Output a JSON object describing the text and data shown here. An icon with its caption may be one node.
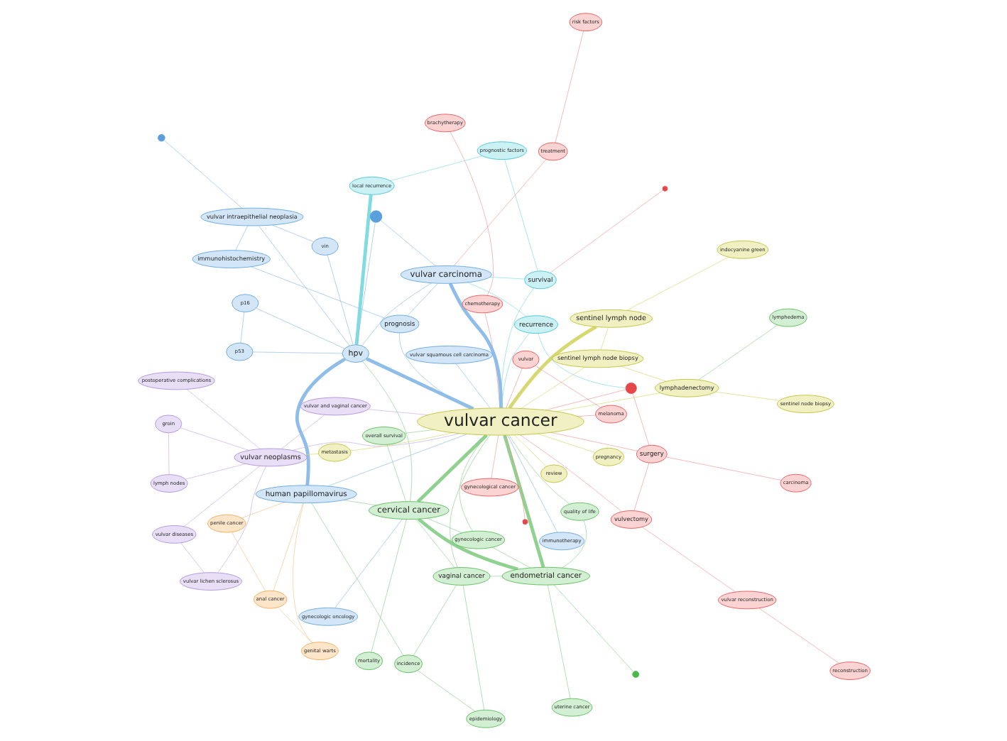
{
  "diagram": {
    "nodes": [
      {
        "text": [
          "anal cancer"
        ]
      },
      {
        "text": [
          "genital warts"
        ]
      },
      {
        "text": [
          "vaginal cancer"
        ]
      },
      {
        "text": [
          "overall survival"
        ]
      },
      {
        "text": [
          "epidemiology"
        ]
      },
      {
        "text": [
          "penile cancer"
        ]
      },
      {
        "text": [
          "mortality"
        ]
      },
      {
        "text": [
          "incidence"
        ]
      },
      {
        "text": [
          "cervical cancer"
        ]
      },
      {
        "text": [
          "immunotherapy"
        ]
      },
      {
        "text": [
          "human papillomavirus"
        ]
      },
      {
        "text": [
          "gynecologic cancer"
        ]
      },
      {
        "text": [
          "reconstruction"
        ]
      },
      {
        "text": [
          "prognostic factors"
        ]
      },
      {
        "text": [
          "local recurrence"
        ]
      },
      {
        "text": [
          "hpv"
        ]
      },
      {
        "text": [
          "endometrial cancer"
        ]
      },
      {
        "text": [
          "p16"
        ]
      },
      {
        "text": [
          "gynecologic oncology"
        ]
      },
      {
        "text": [
          "brachytherapy"
        ]
      },
      {
        "text": [
          "uterine cancer"
        ]
      },
      {
        "text": [
          "p53"
        ]
      },
      {
        "text": [
          "chemotherapy"
        ]
      },
      {
        "text": [
          "survival"
        ]
      },
      {
        "text": [
          "vin"
        ]
      },
      {
        "text": [
          "risk factors"
        ]
      },
      {
        "text": [
          "quality of life"
        ]
      },
      {
        "text": [
          "gynecological cancer"
        ]
      },
      {
        "text": [
          "review"
        ]
      },
      {
        "text": [
          "vulvar carcinoma"
        ]
      },
      {
        "text": [
          "treatment"
        ]
      },
      {
        "text": [
          "vulvar intraepithelial neoplasia"
        ]
      },
      {
        "text": [
          "vulvar cancer"
        ]
      },
      {
        "text": [
          "vulvar squamous cell carcinoma"
        ]
      },
      {
        "text": [
          "lymphedema"
        ]
      },
      {
        "text": [
          "pregnancy"
        ]
      },
      {
        "text": [
          "surgery"
        ]
      },
      {
        "text": [
          "recurrence"
        ]
      },
      {
        "text": [
          "prognosis"
        ]
      },
      {
        "text": [
          "immunohistochemistry"
        ]
      },
      {
        "text": [
          "indocyanine green"
        ]
      },
      {
        "text": [
          "sentinel lymph node"
        ]
      },
      {
        "text": [
          "vulvar"
        ]
      },
      {
        "text": [
          "melanoma"
        ]
      },
      {
        "text": [
          "carcinoma"
        ]
      },
      {
        "text": [
          "vulvar reconstruction"
        ]
      },
      {
        "text": [
          "vulvectomy"
        ]
      },
      {
        "text": [
          "vulvar lichen sclerosus"
        ]
      },
      {
        "text": [
          "vulvar neoplasms"
        ]
      },
      {
        "text": [
          "metastasis"
        ]
      },
      {
        "text": [
          "vulvar diseases"
        ]
      },
      {
        "text": [
          "sentinel node biopsy"
        ]
      },
      {
        "text": [
          "lymphadenectomy"
        ]
      },
      {
        "text": [
          "vulvar and vaginal cancer"
        ]
      },
      {
        "text": [
          "postoperative complications"
        ]
      },
      {
        "text": [
          "sentinel lymph node biopsy"
        ]
      },
      {
        "text": [
          "lymph nodes"
        ]
      },
      {
        "text": [
          "groin"
        ]
      },
      {
        "text": [],
        "shape": "circle"
      },
      {
        "text": [],
        "shape": "circle"
      },
      {
        "text": [],
        "shape": "circle"
      },
      {
        "text": [],
        "shape": "circle"
      },
      {
        "text": [],
        "shape": "circle"
      },
      {
        "text": [],
        "shape": "circle"
      }
    ],
    "edges": [
      {
        "from": 32,
        "to": 8,
        "arrow": "none",
        "style": "thick",
        "color": "#8fd18f"
      },
      {
        "from": 32,
        "to": 16,
        "arrow": "none",
        "style": "thick",
        "color": "#8fd18f"
      },
      {
        "from": 32,
        "to": 2,
        "arrow": "none",
        "color": "#8fd18f"
      },
      {
        "from": 32,
        "to": 29,
        "arrow": "none",
        "style": "thick",
        "color": "#8dbde8"
      },
      {
        "from": 32,
        "to": 15,
        "arrow": "none",
        "style": "thick",
        "color": "#8dbde8"
      },
      {
        "from": 32,
        "to": 10,
        "arrow": "none",
        "color": "#8dbde8"
      },
      {
        "from": 32,
        "to": 41,
        "arrow": "none",
        "style": "thick",
        "color": "#d8d870"
      },
      {
        "from": 32,
        "to": 36,
        "arrow": "none",
        "color": "#f09a9a"
      },
      {
        "from": 32,
        "to": 23,
        "arrow": "none",
        "color": "#80dbe3"
      },
      {
        "from": 32,
        "to": 38,
        "arrow": "none",
        "color": "#8dbde8"
      },
      {
        "from": 32,
        "to": 37,
        "arrow": "none",
        "color": "#80dbe3"
      },
      {
        "from": 32,
        "to": 48,
        "arrow": "none",
        "color": "#c4aee8"
      },
      {
        "from": 32,
        "to": 55,
        "arrow": "none",
        "color": "#d8d870"
      },
      {
        "from": 32,
        "to": 52,
        "arrow": "none",
        "color": "#d8d870"
      },
      {
        "from": 32,
        "to": 46,
        "arrow": "none",
        "color": "#f09a9a"
      },
      {
        "from": 32,
        "to": 33,
        "arrow": "none",
        "color": "#8dbde8"
      },
      {
        "from": 32,
        "to": 26,
        "arrow": "none",
        "color": "#8fd18f"
      },
      {
        "from": 32,
        "to": 11,
        "arrow": "none",
        "color": "#8fd18f"
      },
      {
        "from": 32,
        "to": 22,
        "arrow": "none",
        "color": "#f09a9a"
      },
      {
        "from": 32,
        "to": 28,
        "arrow": "none",
        "color": "#d8d870"
      },
      {
        "from": 32,
        "to": 35,
        "arrow": "none",
        "color": "#d8d870"
      },
      {
        "from": 32,
        "to": 63,
        "arrow": "none",
        "color": "#f09a9a"
      },
      {
        "from": 32,
        "to": 62,
        "arrow": "none",
        "color": "#f09a9a"
      },
      {
        "from": 32,
        "to": 42,
        "arrow": "none",
        "color": "#f09a9a"
      },
      {
        "from": 32,
        "to": 43,
        "arrow": "none",
        "color": "#f09a9a"
      },
      {
        "from": 32,
        "to": 53,
        "arrow": "none",
        "color": "#c4aee8"
      },
      {
        "from": 32,
        "to": 49,
        "arrow": "none",
        "color": "#d8d870"
      },
      {
        "from": 32,
        "to": 3,
        "arrow": "none",
        "color": "#8fd18f"
      },
      {
        "from": 8,
        "to": 16,
        "arrow": "none",
        "style": "thick",
        "color": "#8fd18f"
      },
      {
        "from": 8,
        "to": 2,
        "arrow": "none",
        "color": "#8fd18f"
      },
      {
        "from": 8,
        "to": 11,
        "arrow": "none",
        "color": "#8fd18f"
      },
      {
        "from": 8,
        "to": 10,
        "arrow": "none",
        "color": "#8fd18f"
      },
      {
        "from": 8,
        "to": 15,
        "arrow": "none",
        "color": "#8fd18f"
      },
      {
        "from": 8,
        "to": 3,
        "arrow": "none",
        "color": "#8fd18f"
      },
      {
        "from": 8,
        "to": 6,
        "arrow": "none",
        "color": "#8fd18f"
      },
      {
        "from": 16,
        "to": 11,
        "arrow": "none",
        "color": "#8fd18f"
      },
      {
        "from": 16,
        "to": 26,
        "arrow": "none",
        "color": "#8fd18f"
      },
      {
        "from": 16,
        "to": 2,
        "arrow": "none",
        "color": "#8fd18f"
      },
      {
        "from": 16,
        "to": 20,
        "arrow": "none",
        "color": "#8fd18f"
      },
      {
        "from": 16,
        "to": 58,
        "arrow": "none",
        "color": "#8fd18f"
      },
      {
        "from": 2,
        "to": 4,
        "arrow": "none",
        "color": "#8fd18f"
      },
      {
        "from": 2,
        "to": 7,
        "arrow": "none",
        "color": "#8fd18f"
      },
      {
        "from": 4,
        "to": 7,
        "arrow": "none",
        "color": "#8fd18f"
      },
      {
        "from": 10,
        "to": 15,
        "arrow": "none",
        "style": "thick",
        "color": "#8dbde8"
      },
      {
        "from": 10,
        "to": 0,
        "arrow": "none",
        "color": "#f5c487"
      },
      {
        "from": 10,
        "to": 5,
        "arrow": "none",
        "color": "#f5c487"
      },
      {
        "from": 10,
        "to": 1,
        "arrow": "none",
        "color": "#f5c487"
      },
      {
        "from": 0,
        "to": 1,
        "arrow": "none",
        "color": "#f5c487"
      },
      {
        "from": 0,
        "to": 5,
        "arrow": "none",
        "color": "#f5c487"
      },
      {
        "from": 15,
        "to": 17,
        "arrow": "none",
        "color": "#8dbde8"
      },
      {
        "from": 15,
        "to": 21,
        "arrow": "none",
        "color": "#8dbde8"
      },
      {
        "from": 15,
        "to": 24,
        "arrow": "none",
        "color": "#8dbde8"
      },
      {
        "from": 15,
        "to": 31,
        "arrow": "none",
        "color": "#8dbde8"
      },
      {
        "from": 15,
        "to": 29,
        "arrow": "none",
        "color": "#8dbde8"
      },
      {
        "from": 15,
        "to": 60,
        "arrow": "none",
        "color": "#8dbde8"
      },
      {
        "from": 14,
        "to": 15,
        "arrow": "none",
        "style": "thick",
        "color": "#80dbe3"
      },
      {
        "from": 31,
        "to": 24,
        "arrow": "none",
        "color": "#8dbde8"
      },
      {
        "from": 31,
        "to": 39,
        "arrow": "none",
        "color": "#8dbde8"
      },
      {
        "from": 31,
        "to": 61,
        "arrow": "none",
        "color": "#8dbde8"
      },
      {
        "from": 38,
        "to": 39,
        "arrow": "none",
        "color": "#8dbde8"
      },
      {
        "from": 38,
        "to": 29,
        "arrow": "none",
        "color": "#8dbde8"
      },
      {
        "from": 17,
        "to": 21,
        "arrow": "none",
        "color": "#8dbde8"
      },
      {
        "from": 29,
        "to": 60,
        "arrow": "none",
        "color": "#8dbde8"
      },
      {
        "from": 29,
        "to": 23,
        "arrow": "none",
        "color": "#80dbe3"
      },
      {
        "from": 29,
        "to": 37,
        "arrow": "none",
        "color": "#80dbe3"
      },
      {
        "from": 29,
        "to": 30,
        "arrow": "none",
        "color": "#f09a9a"
      },
      {
        "from": 23,
        "to": 13,
        "arrow": "none",
        "color": "#80dbe3"
      },
      {
        "from": 23,
        "to": 59,
        "arrow": "none",
        "color": "#f09a9a"
      },
      {
        "from": 48,
        "to": 49,
        "arrow": "none",
        "color": "#d8d870"
      },
      {
        "from": 48,
        "to": 56,
        "arrow": "none",
        "color": "#c4aee8"
      },
      {
        "from": 48,
        "to": 57,
        "arrow": "none",
        "color": "#c4aee8"
      },
      {
        "from": 48,
        "to": 50,
        "arrow": "none",
        "color": "#c4aee8"
      },
      {
        "from": 48,
        "to": 47,
        "arrow": "none",
        "color": "#c4aee8"
      },
      {
        "from": 47,
        "to": 50,
        "arrow": "none",
        "color": "#c4aee8"
      },
      {
        "from": 56,
        "to": 57,
        "arrow": "none",
        "color": "#c4aee8"
      },
      {
        "from": 48,
        "to": 53,
        "arrow": "none",
        "color": "#c4aee8"
      },
      {
        "from": 48,
        "to": 54,
        "arrow": "none",
        "color": "#c4aee8"
      },
      {
        "from": 41,
        "to": 40,
        "arrow": "none",
        "color": "#d8d870"
      },
      {
        "from": 41,
        "to": 55,
        "arrow": "none",
        "color": "#d8d870"
      },
      {
        "from": 55,
        "to": 52,
        "arrow": "none",
        "color": "#d8d870"
      },
      {
        "from": 51,
        "to": 52,
        "arrow": "none",
        "color": "#d8d870"
      },
      {
        "from": 46,
        "to": 45,
        "arrow": "none",
        "color": "#f09a9a"
      },
      {
        "from": 36,
        "to": 46,
        "arrow": "none",
        "color": "#f09a9a"
      },
      {
        "from": 36,
        "to": 63,
        "arrow": "none",
        "color": "#f09a9a"
      },
      {
        "from": 37,
        "to": 63,
        "arrow": "none",
        "color": "#80dbe3"
      },
      {
        "from": 34,
        "to": 52,
        "arrow": "none",
        "color": "#8fd18f"
      },
      {
        "from": 19,
        "to": 22,
        "arrow": "none",
        "color": "#f09a9a"
      },
      {
        "from": 12,
        "to": 45,
        "arrow": "none",
        "color": "#f09a9a"
      },
      {
        "from": 7,
        "to": 10,
        "arrow": "none",
        "color": "#8fd18f"
      },
      {
        "from": 42,
        "to": 43,
        "arrow": "none",
        "color": "#f09a9a"
      },
      {
        "from": 44,
        "to": 36,
        "arrow": "none",
        "color": "#f09a9a"
      },
      {
        "from": 27,
        "to": 32,
        "arrow": "none",
        "color": "#f09a9a"
      },
      {
        "from": 25,
        "to": 30,
        "arrow": "none",
        "color": "#f09a9a"
      },
      {
        "from": 9,
        "to": 32,
        "arrow": "none",
        "color": "#8dbde8"
      },
      {
        "from": 18,
        "to": 8,
        "arrow": "none",
        "color": "#8dbde8"
      },
      {
        "from": 13,
        "to": 14,
        "arrow": "none",
        "color": "#80dbe3"
      }
    ]
  }
}
